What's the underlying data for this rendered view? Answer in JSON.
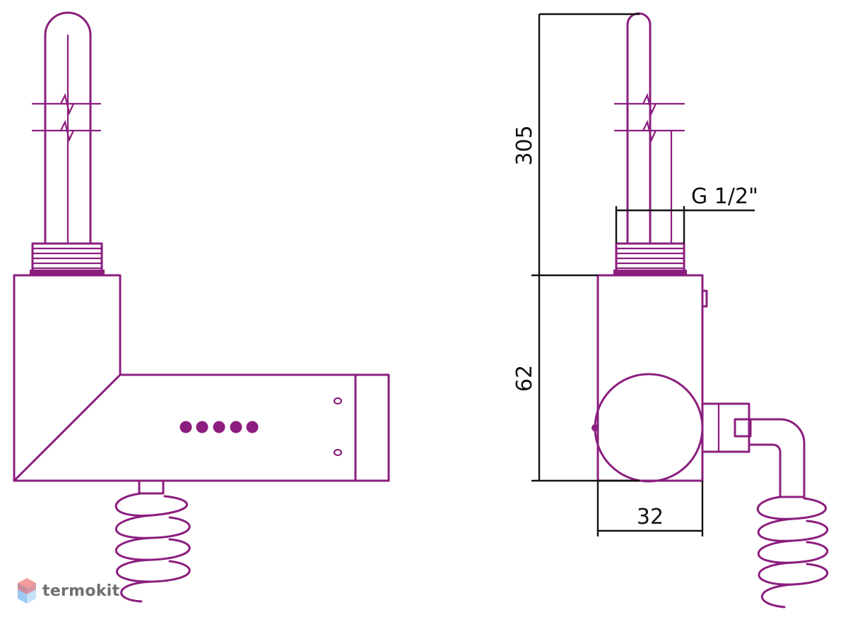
{
  "colors": {
    "drawing": "#8B1E7E",
    "dimension": "#111111",
    "watermark_red": "#F05A5A",
    "watermark_blue": "#5AA5F0"
  },
  "dimensions": {
    "height_total": "305",
    "height_body": "62",
    "width_body": "32",
    "thread": "G 1/2\""
  },
  "watermark": {
    "brand": "termokit"
  }
}
